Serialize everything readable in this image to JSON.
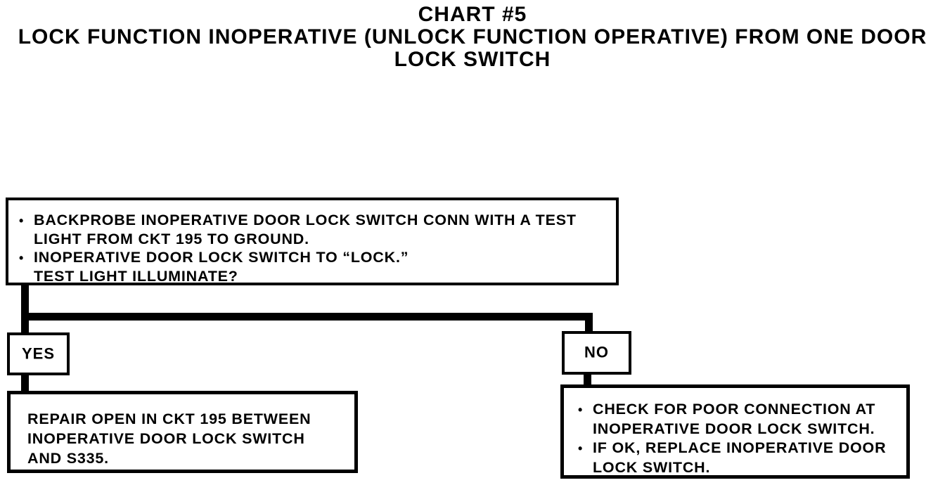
{
  "title": {
    "line1": "CHART #5",
    "line2": "LOCK FUNCTION INOPERATIVE (UNLOCK FUNCTION OPERATIVE) FROM ONE DOOR",
    "line3": "LOCK SWITCH"
  },
  "flowchart": {
    "question_box": {
      "lines": [
        {
          "bullet": true,
          "text": "BACKPROBE INOPERATIVE DOOR LOCK SWITCH CONN WITH A TEST"
        },
        {
          "indent": true,
          "text": "LIGHT FROM CKT 195 TO GROUND."
        },
        {
          "bullet": true,
          "text": "INOPERATIVE DOOR LOCK SWITCH TO “LOCK.”"
        },
        {
          "indent": true,
          "text": "TEST LIGHT ILLUMINATE?"
        }
      ]
    },
    "yes_label": "YES",
    "no_label": "NO",
    "yes_action_box": {
      "lines": [
        {
          "text": "REPAIR OPEN IN CKT 195 BETWEEN"
        },
        {
          "text": "INOPERATIVE DOOR LOCK SWITCH"
        },
        {
          "text": "AND S335."
        }
      ]
    },
    "no_action_box": {
      "lines": [
        {
          "bullet": true,
          "text": "CHECK FOR POOR CONNECTION AT"
        },
        {
          "indent": true,
          "text": "INOPERATIVE DOOR LOCK SWITCH."
        },
        {
          "bullet": true,
          "text": "IF OK, REPLACE INOPERATIVE DOOR"
        },
        {
          "indent": true,
          "text": "LOCK SWITCH."
        }
      ]
    },
    "colors": {
      "ink": "#000000",
      "paper": "#ffffff"
    }
  }
}
